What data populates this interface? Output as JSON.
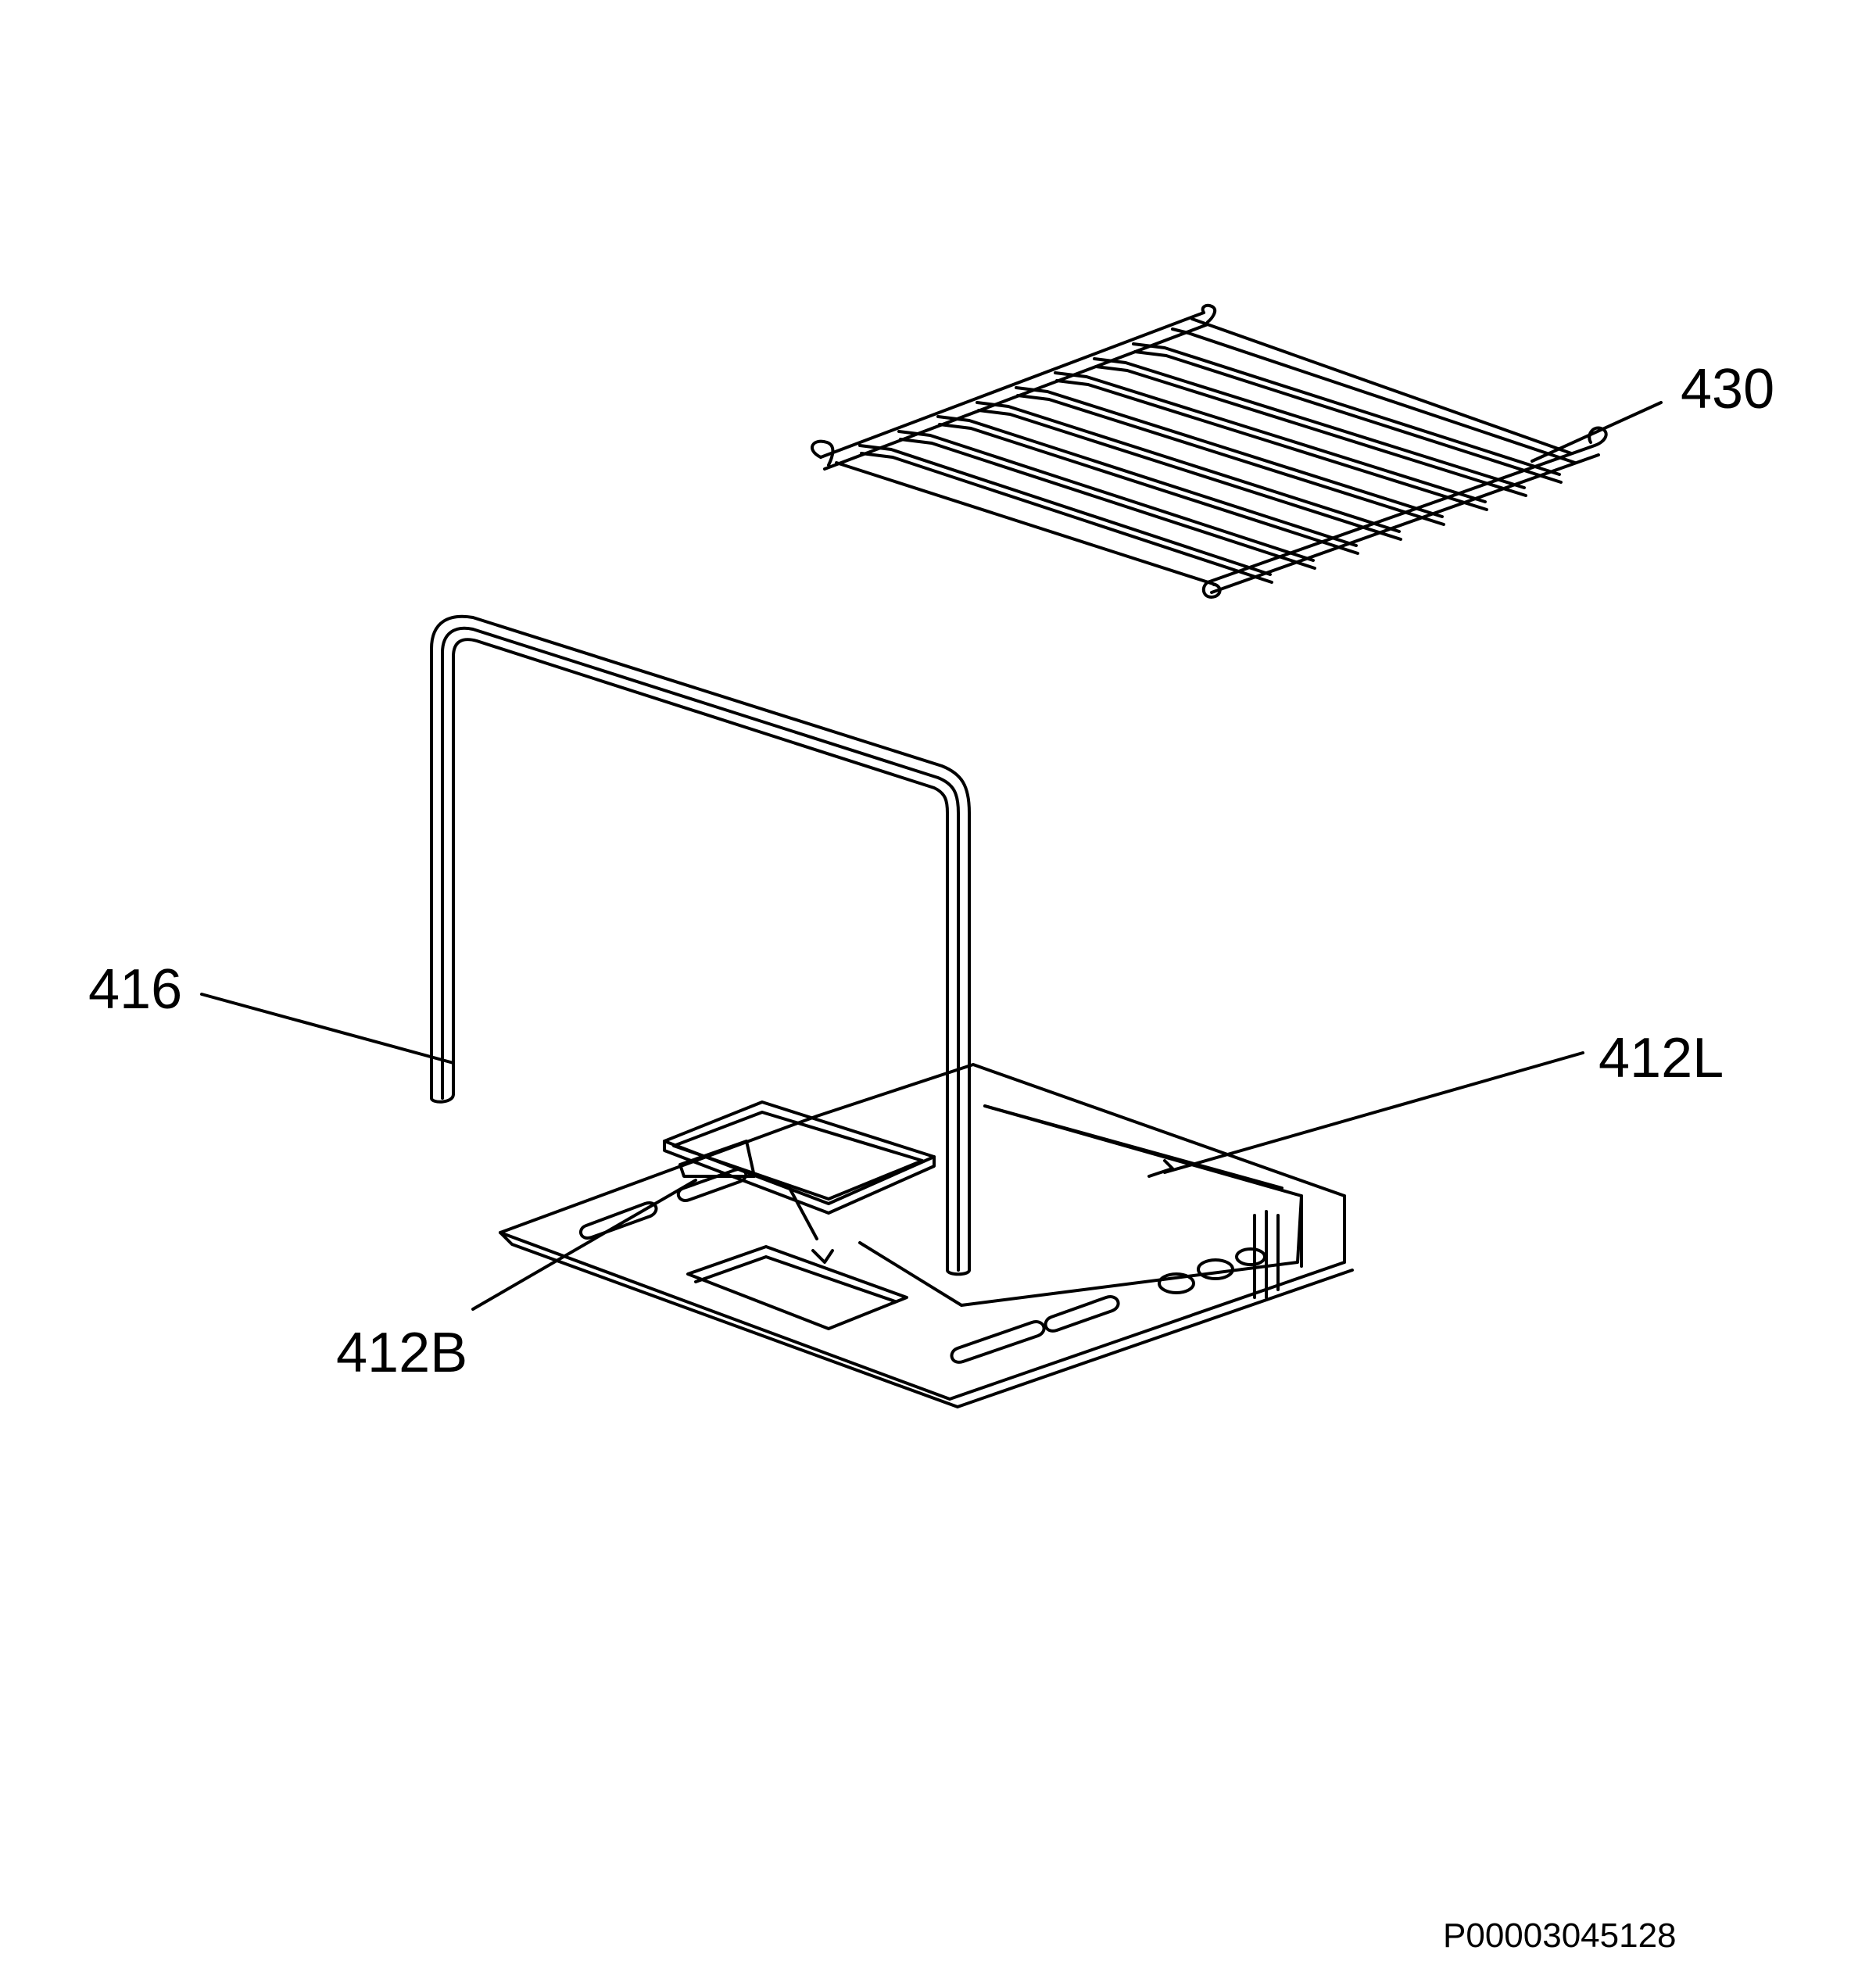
{
  "callouts": {
    "part_430": "430",
    "part_416": "416",
    "part_412L": "412L",
    "part_412B": "412B"
  },
  "document_code": "P00003045128",
  "colors": {
    "line": "#000000",
    "background": "#ffffff"
  }
}
